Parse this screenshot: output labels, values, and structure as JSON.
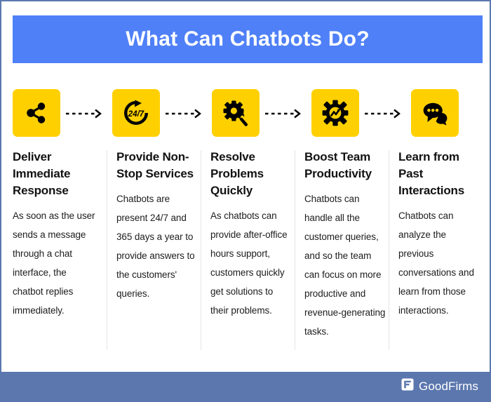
{
  "header": {
    "title": "What Can Chatbots Do?",
    "background_color": "#4f80f8",
    "text_color": "#ffffff"
  },
  "theme": {
    "tile_color": "#ffd000",
    "icon_color": "#000000",
    "footer_color": "#5b77ae",
    "border_color": "#5b77ae",
    "divider_color": "#e2e5e9",
    "heading_color": "#121212",
    "body_color": "#1d1d1d"
  },
  "steps": [
    {
      "icon": "share-icon",
      "heading": "Deliver Immediate Response",
      "body": "As soon as the user sends a message through a chat interface, the chatbot replies immediately."
    },
    {
      "icon": "twenty-four-seven-icon",
      "heading": "Provide Non-Stop Services",
      "body": "Chatbots are present 24/7 and 365 days a year to provide answers to the customers' queries."
    },
    {
      "icon": "gear-wrench-icon",
      "heading": "Resolve Problems Quickly",
      "body": "As chatbots can provide after-office hours support, customers quickly get solutions to their problems."
    },
    {
      "icon": "gear-chart-icon",
      "heading": "Boost Team Productivity",
      "body": "Chatbots can handle all the customer queries, and so the team can focus on more productive and revenue-generating tasks."
    },
    {
      "icon": "chat-bubbles-icon",
      "heading": "Learn from Past Interactions",
      "body": "Chatbots can analyze the previous conversations and learn from those interactions."
    }
  ],
  "connectors": [
    {
      "name": "arrow-1"
    },
    {
      "name": "arrow-2"
    },
    {
      "name": "arrow-3"
    },
    {
      "name": "arrow-4"
    }
  ],
  "footer": {
    "brand": "GoodFirms",
    "logo": "goodfirms-logo-icon"
  }
}
